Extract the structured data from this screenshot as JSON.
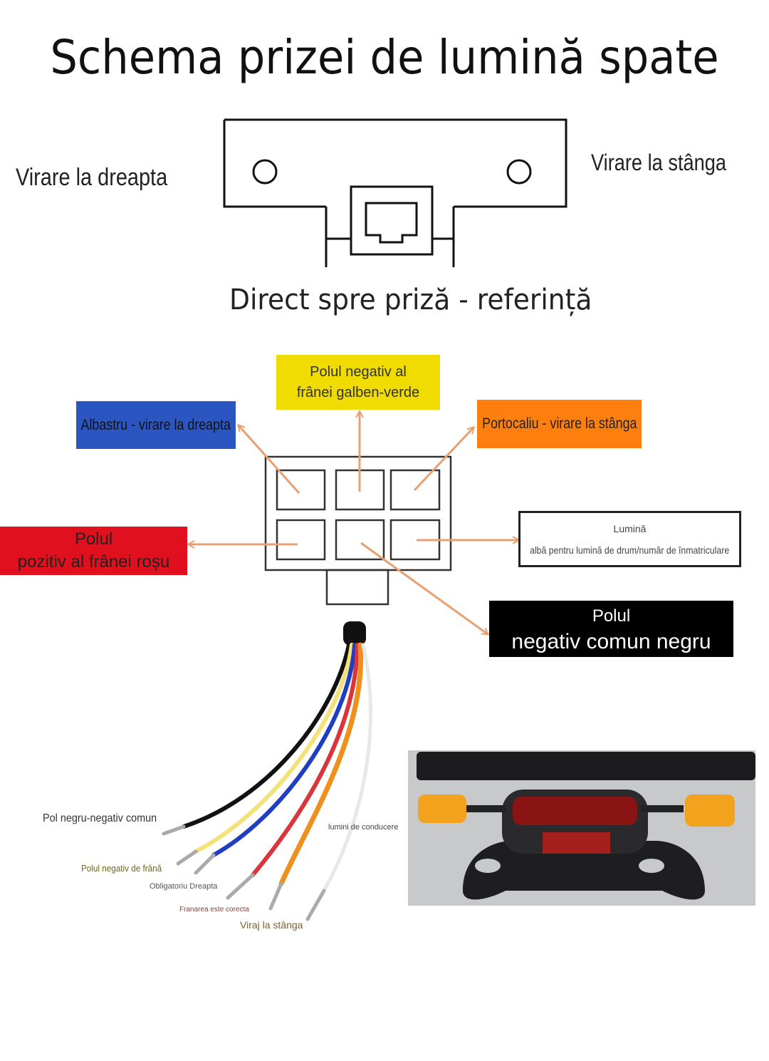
{
  "title": "Schema prizei de lumină spate",
  "socket_view": {
    "left_label": "Virare la dreapta",
    "right_label": "Virare la stânga",
    "caption": "Direct spre priză - referință"
  },
  "pinout": {
    "blue": {
      "text": "Albastru - virare la dreapta",
      "color": "#2b55c0"
    },
    "yellow": {
      "line1": "Polul negativ al",
      "line2": "frânei galben-verde",
      "color": "#f0dc00"
    },
    "orange": {
      "text": "Portocaliu - virare la stânga",
      "color": "#ff7f0e"
    },
    "red": {
      "line1": "Polul",
      "line2": "pozitiv al frânei roșu",
      "color": "#e0101e"
    },
    "white": {
      "line1": "Lumină",
      "line2": "albă pentru lumină de drum/număr de înmatriculare",
      "color": "#ffffff"
    },
    "black": {
      "line1": "Polul",
      "line2": "negativ comun negru",
      "color": "#000000"
    },
    "arrow_color": "#e8a070"
  },
  "wires": {
    "black": "Pol negru-negativ comun",
    "yellow": "Polul negativ de frână",
    "blue": "Obligatoriu Dreapta",
    "red": "Franarea este corecta",
    "orange": "Viraj la stânga",
    "white": "lumini de conducere"
  }
}
